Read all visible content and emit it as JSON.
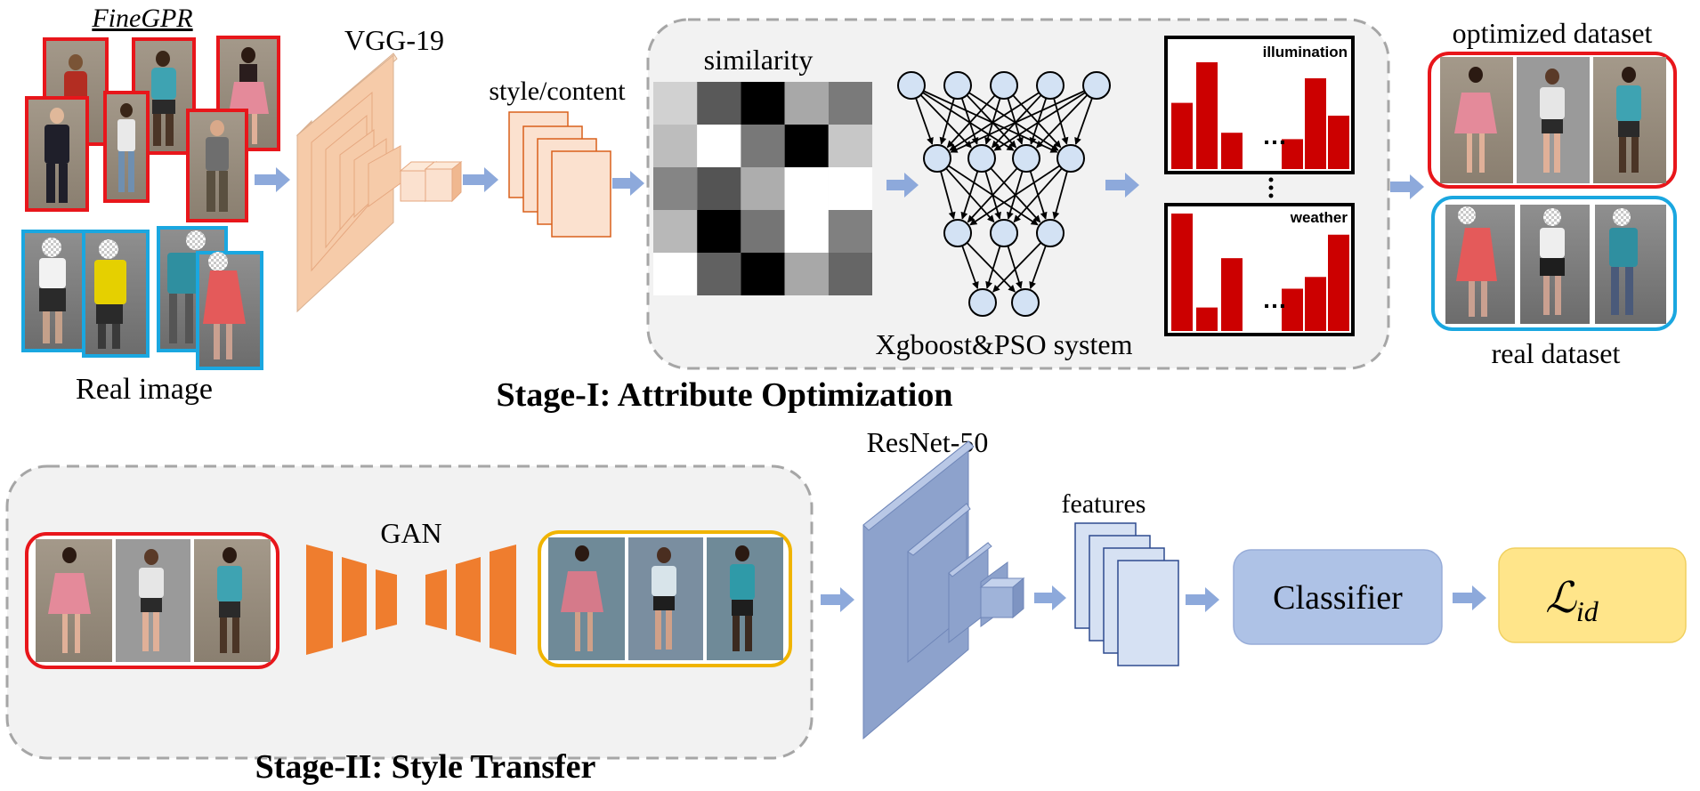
{
  "colors": {
    "synthetic_border": "#e8161b",
    "real_border": "#1aa7e0",
    "gan_output_border": "#f0b400",
    "vgg_block": "#f6cba9",
    "style_card": "#fbe1cf",
    "style_card_border": "#d9601c",
    "resnet_block": "#8da2cc",
    "feature_card": "#d6e1f3",
    "feature_card_border": "#2e4b8f",
    "arrow": "#8da9db",
    "gan_block": "#ef7d2e",
    "classifier_fill": "#aec2e6",
    "loss_fill": "#ffe58a",
    "histogram_bar": "#cc0000",
    "stage_panel": "#f2f2f2",
    "stage_panel_border": "#a6a6a6"
  },
  "stage1": {
    "title": "Stage-I: Attribute Optimization",
    "finegpr_label": "FineGPR",
    "real_image_label": "Real image",
    "vgg_label": "VGG-19",
    "style_content_label": "style/content",
    "similarity_label": "similarity",
    "system_label": "Xgboost&PSO system",
    "illumination_label": "illumination",
    "weather_label": "weather",
    "ellipsis": "…",
    "optimized_label": "optimized dataset",
    "real_dataset_label": "real dataset",
    "similarity_matrix": [
      [
        0.82,
        0.35,
        0.0,
        0.66,
        0.48
      ],
      [
        0.74,
        1.0,
        0.47,
        0.0,
        0.78
      ],
      [
        0.52,
        0.33,
        0.68,
        1.0,
        1.0
      ],
      [
        0.72,
        0.0,
        0.46,
        1.0,
        0.5
      ],
      [
        1.0,
        0.38,
        0.0,
        0.66,
        0.4
      ]
    ],
    "network_layers": [
      5,
      4,
      3,
      2
    ],
    "illumination_bars": [
      0.62,
      1.0,
      0.34,
      0.28,
      0.85,
      0.5
    ],
    "weather_bars": [
      1.0,
      0.2,
      0.62,
      0.36,
      0.46,
      0.82
    ]
  },
  "stage2": {
    "title": "Stage-II: Style Transfer",
    "gan_label": "GAN",
    "resnet_label": "ResNet-50",
    "features_label": "features",
    "classifier_label": "Classifier",
    "loss_symbol": "ℒ",
    "loss_subscript": "id"
  }
}
